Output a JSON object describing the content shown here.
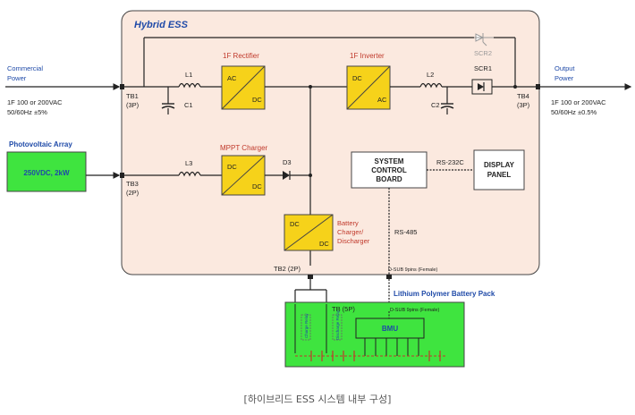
{
  "ess": {
    "title": "Hybrid ESS",
    "tb1": "TB1",
    "tb1_pins": "(3P)",
    "tb3": "TB3",
    "tb3_pins": "(2P)",
    "tb4": "TB4",
    "tb4_pins": "(3P)",
    "tb2": "TB2 (2P)",
    "l1": "L1",
    "c1": "C1",
    "l2": "L2",
    "c2": "C2",
    "l3": "L3",
    "d3": "D3",
    "scr1": "SCR1",
    "scr2": "SCR2",
    "rectifier_title": "1F Rectifier",
    "rectifier_in": "AC",
    "rectifier_out": "DC",
    "inverter_title": "1F Inverter",
    "inverter_in": "DC",
    "inverter_out": "AC",
    "mppt_title": "MPPT Charger",
    "mppt_in": "DC",
    "mppt_out": "DC",
    "battery_charger_title_1": "Battery",
    "battery_charger_title_2": "Charger/",
    "battery_charger_title_3": "Discharger",
    "battery_charger_in": "DC",
    "battery_charger_out": "DC",
    "control_board_1": "SYSTEM",
    "control_board_2": "CONTROL",
    "control_board_3": "BOARD",
    "display_panel_1": "DISPLAY",
    "display_panel_2": "PANEL",
    "rs232c": "RS-232C",
    "rs485": "RS-485",
    "dsub": "D-SUB 9pins (Female)"
  },
  "inputs": {
    "commercial_1": "Commercial",
    "commercial_2": "Power",
    "commercial_spec_1": "1F 100 or 200VAC",
    "commercial_spec_2": "50/60Hz ±5%",
    "pv_title": "Photovoltaic Array",
    "pv_rating": "250VDC, 2kW"
  },
  "output": {
    "label_1": "Output",
    "label_2": "Power",
    "spec_1": "1F 100 or 200VAC",
    "spec_2": "50/60Hz ±0.5%"
  },
  "battery_pack": {
    "title": "Lithium Polymer Battery Pack",
    "tb5": "TB (5P)",
    "dsub": "D-SUB 9pins (Female)",
    "bmu": "BMU",
    "relay_1": "Charge Relay",
    "relay_2": "Discharge Relay"
  },
  "caption": "[하이브리드 ESS 시스템 내부 구성]",
  "colors": {
    "ess_bg": "#fbe9df",
    "block": "#f6d21a",
    "green": "#3fe43f",
    "label_blue": "#1f4aa8",
    "label_red": "#c0392b"
  }
}
